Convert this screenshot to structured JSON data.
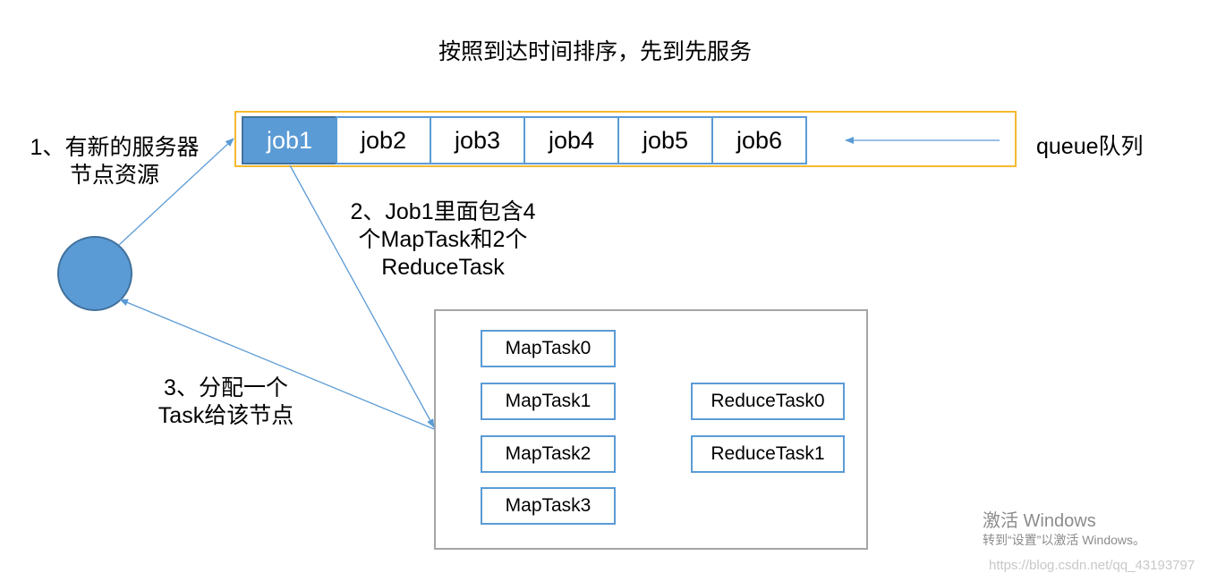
{
  "title": "按照到达时间排序，先到先服务",
  "queue": {
    "jobs": [
      "job1",
      "job2",
      "job3",
      "job4",
      "job5",
      "job6"
    ],
    "label": "queue队列"
  },
  "steps": {
    "step1": [
      "1、有新的服务器",
      "节点资源"
    ],
    "step2": [
      "2、Job1里面包含4",
      "个MapTask和2个",
      "ReduceTask"
    ],
    "step3": [
      "3、分配一个",
      "Task给该节点"
    ]
  },
  "tasks": {
    "map": [
      "MapTask0",
      "MapTask1",
      "MapTask2",
      "MapTask3"
    ],
    "reduce": [
      "ReduceTask0",
      "ReduceTask1"
    ]
  },
  "watermark": {
    "line1": "激活 Windows",
    "line2": "转到“设置”以激活 Windows。",
    "url": "https://blog.csdn.net/qq_43193797"
  },
  "colors": {
    "accent": "#5b9bd5",
    "queue_border": "#f5b930",
    "frame_border": "#a6a6a6"
  }
}
